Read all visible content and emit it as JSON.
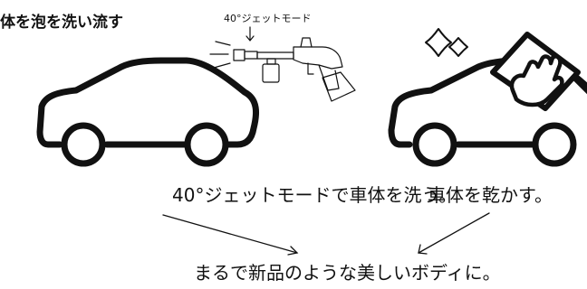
{
  "heading": "体を泡を洗い流す",
  "jet_label": "40°ジェットモード",
  "captions": {
    "left": "40°ジェットモードで車体を洗う。",
    "right": "車体を乾かす。"
  },
  "result": "まるで新品のような美しいボディに。",
  "icons": {
    "left_car": "car-outline-icon",
    "spray_gun": "spray-gun-icon",
    "sparkle": "sparkle-icon",
    "cloth_hand": "hand-wiping-cloth-icon",
    "right_car": "car-outline-icon"
  }
}
